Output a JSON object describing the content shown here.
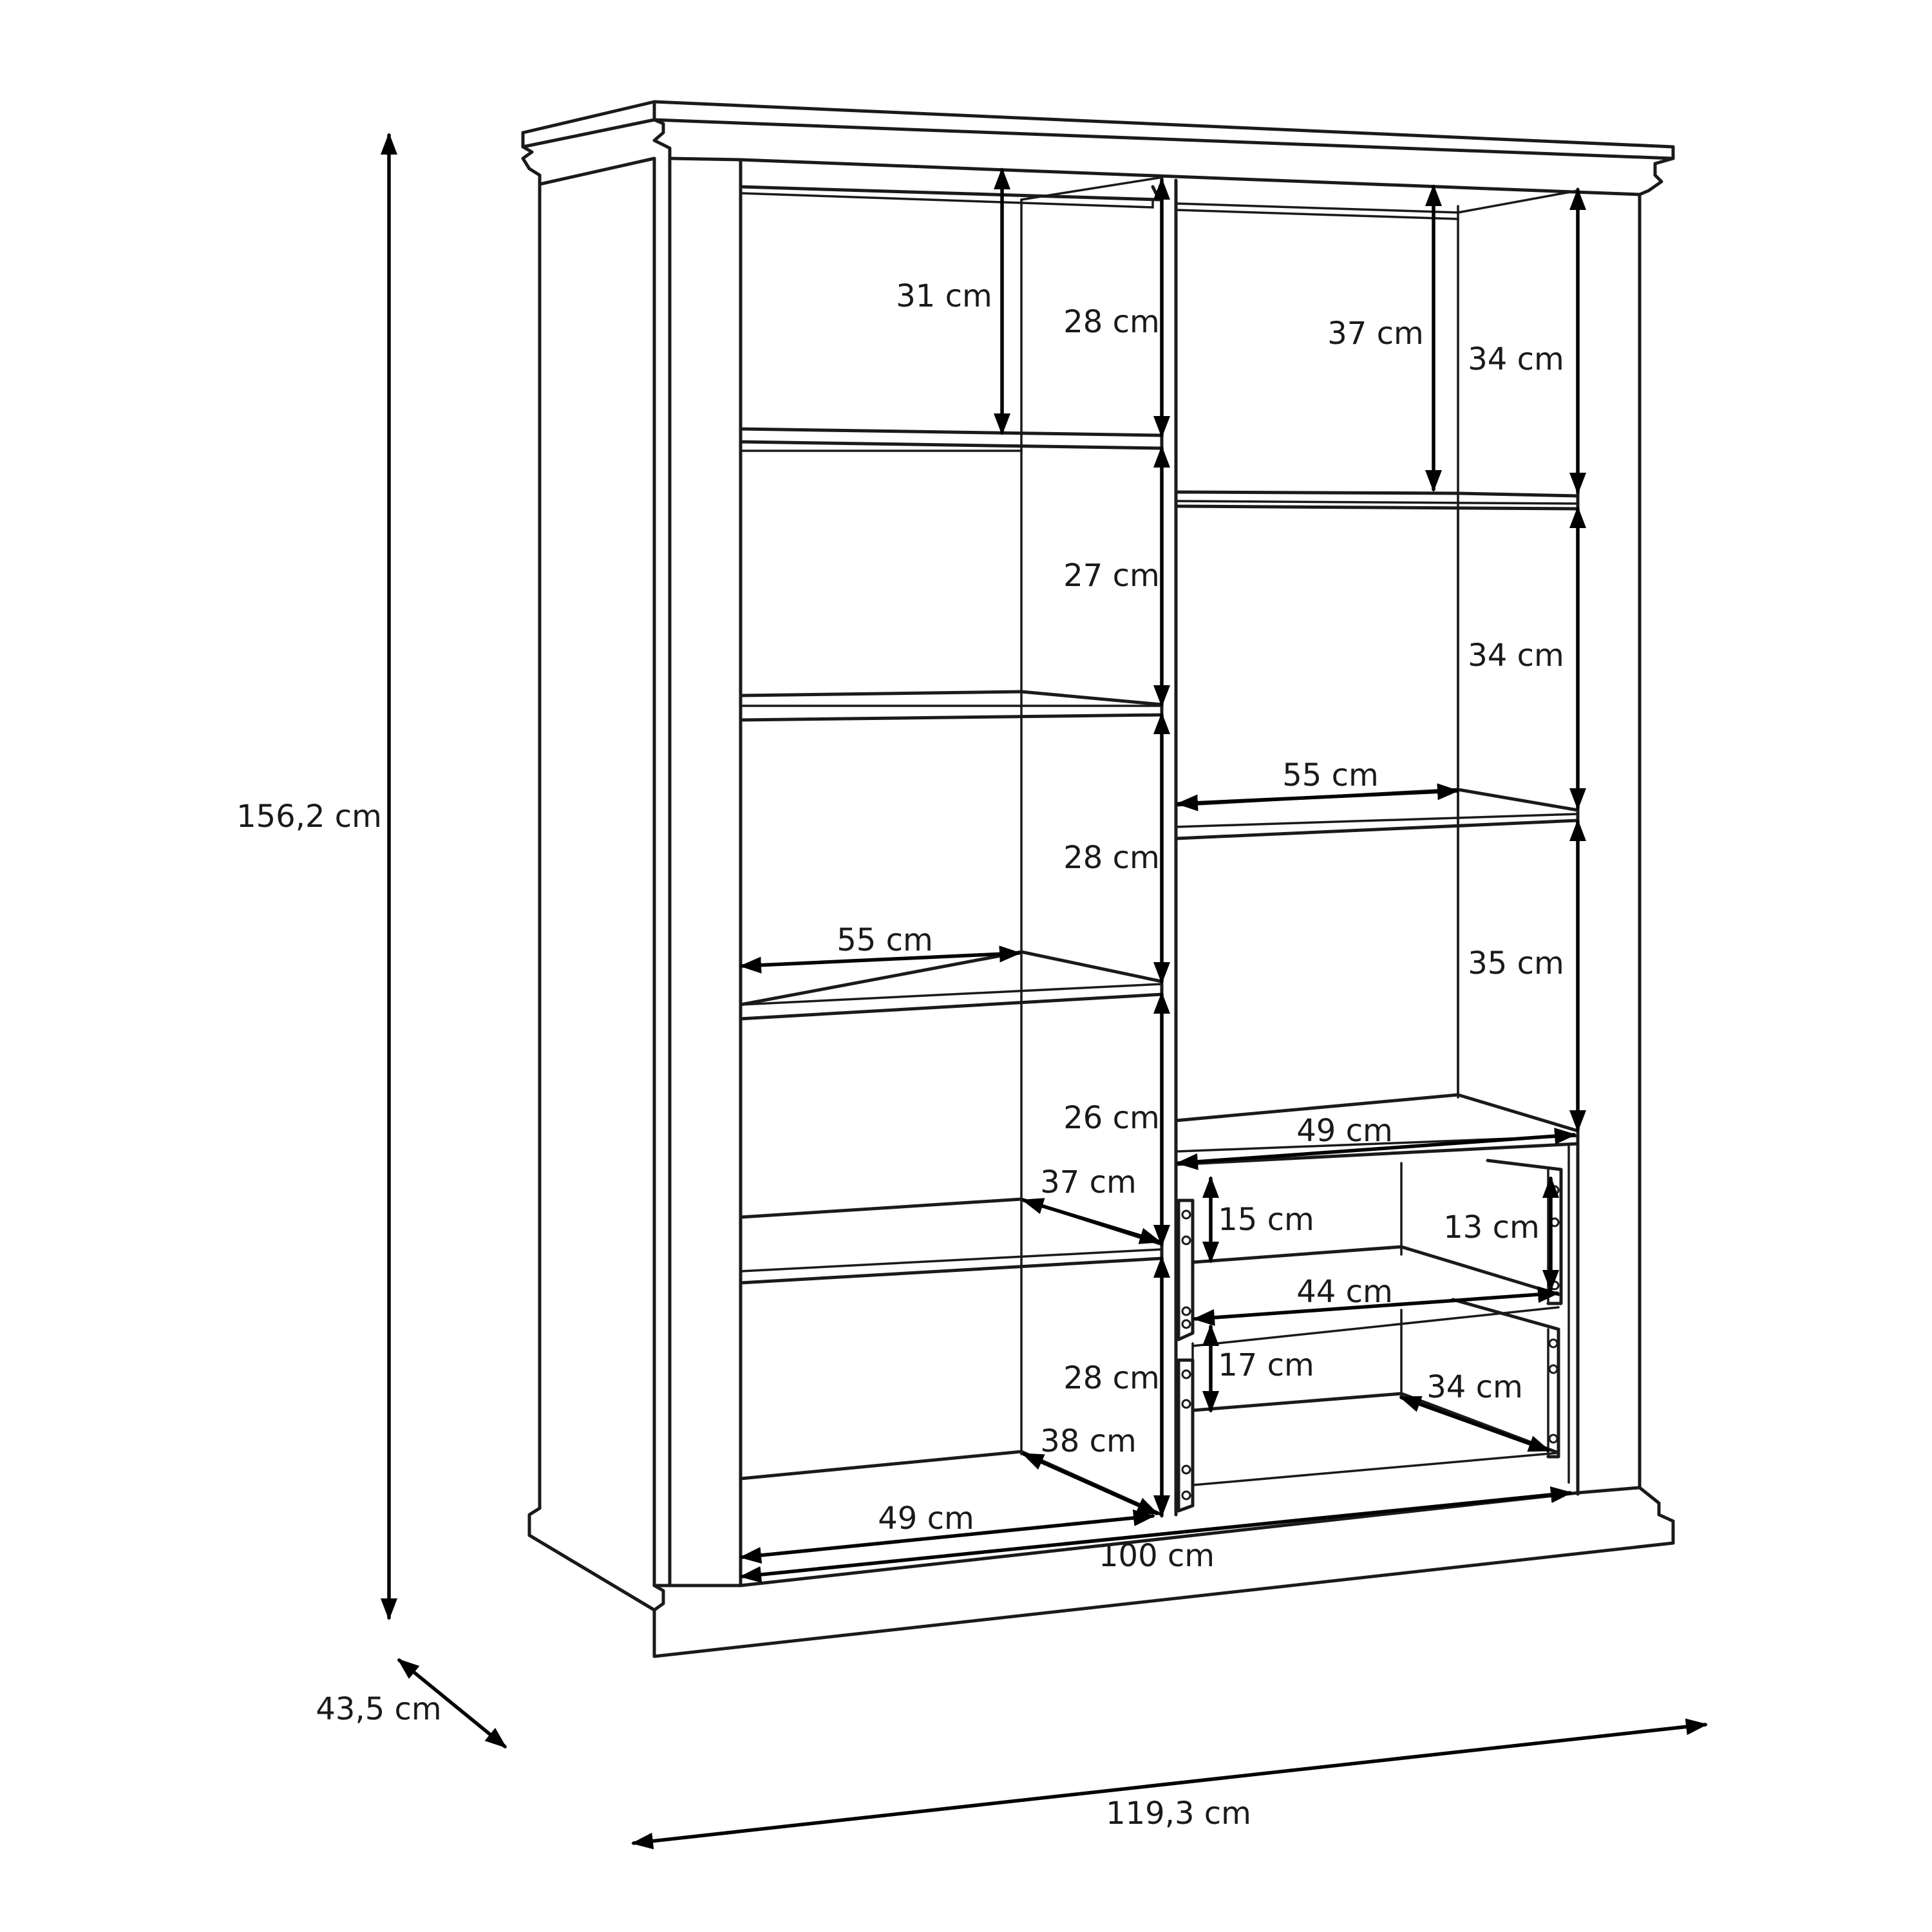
{
  "labels": {
    "total_height": "156,2 cm",
    "total_depth": "43,5 cm",
    "total_width": "119,3 cm",
    "inner_width": "100 cm",
    "left_gap_1": "31 cm",
    "left_height_1": "28 cm",
    "left_height_2": "27 cm",
    "left_height_3": "28 cm",
    "left_height_4": "26 cm",
    "left_height_5": "28 cm",
    "left_shelf_width": "55 cm",
    "left_shelf_depth": "37 cm",
    "left_bottom_depth": "38 cm",
    "left_bottom_width": "49 cm",
    "right_gap_1": "37 cm",
    "right_height_1": "34 cm",
    "right_height_2": "34 cm",
    "right_height_3": "35 cm",
    "right_shelf_width": "55 cm",
    "right_drawer_width": "49 cm",
    "drawer1_height": "15 cm",
    "drawer1_inner_height": "13 cm",
    "drawer_width": "44 cm",
    "drawer2_height": "17 cm",
    "drawer2_depth": "34 cm"
  }
}
